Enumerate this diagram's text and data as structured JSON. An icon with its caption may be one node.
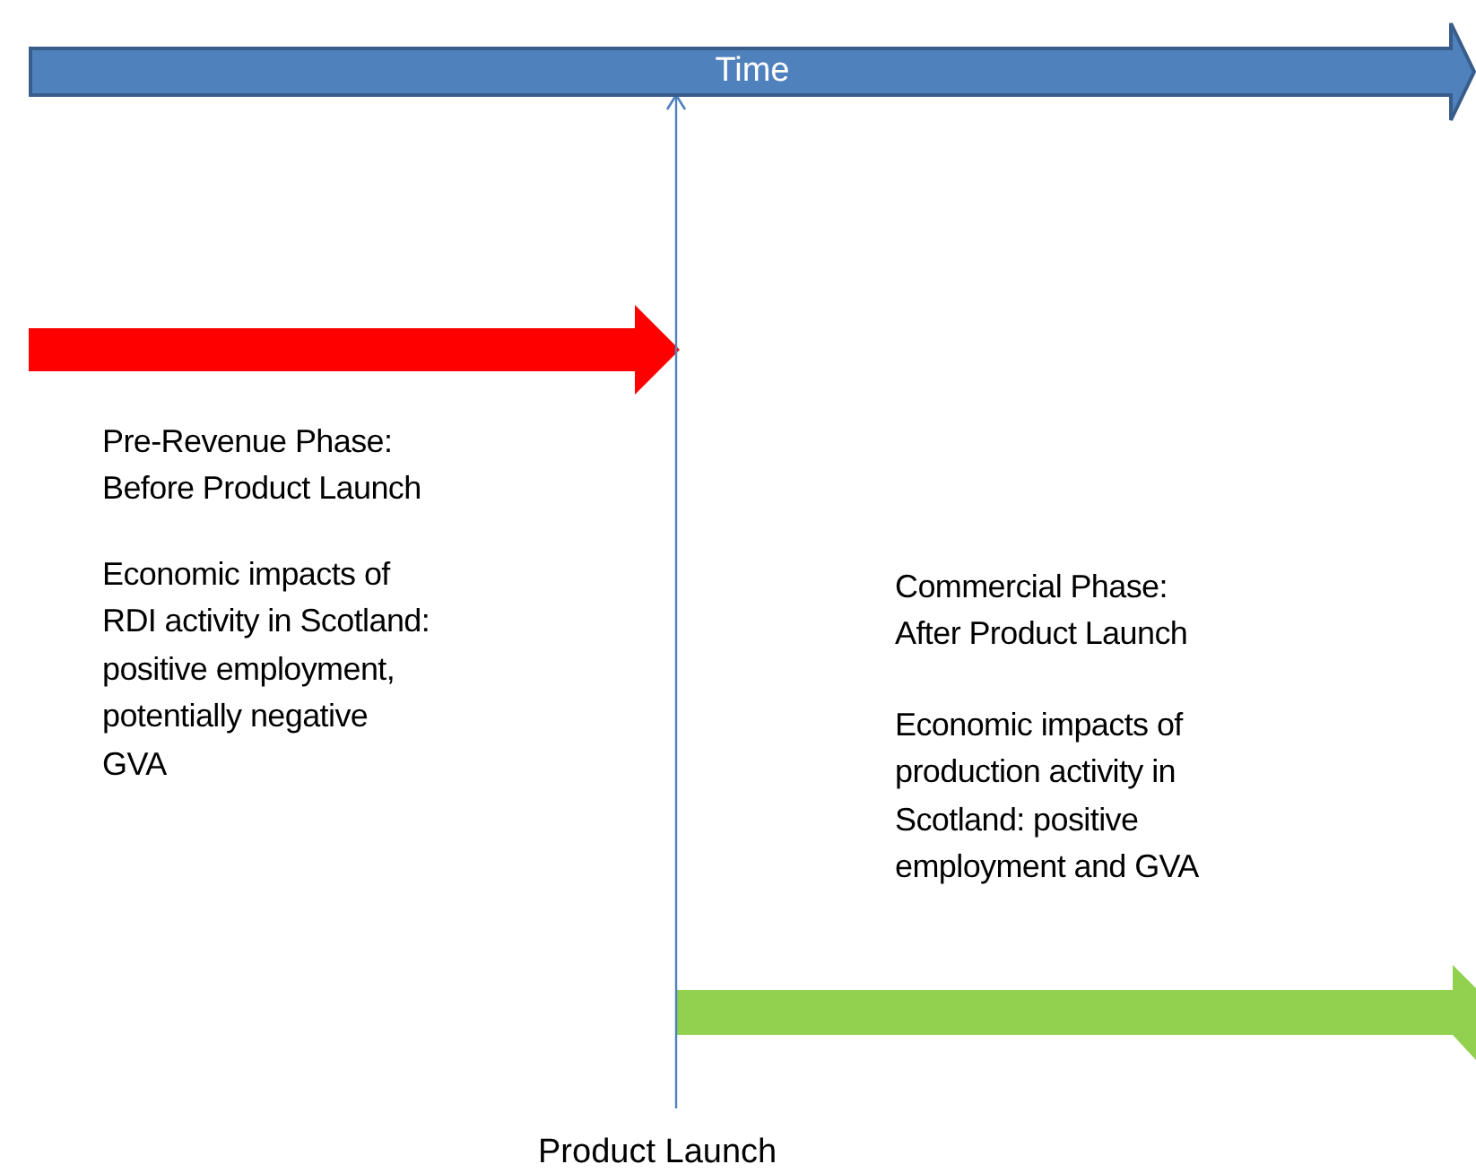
{
  "diagram": {
    "nodes": [
      {
        "text": [
          "Time"
        ]
      },
      {
        "text": [
          "Product Launch"
        ]
      }
    ],
    "edges": [
      {
        "from": 1,
        "to": 0,
        "arrow": "to"
      }
    ],
    "labels": [
      "Pre-Revenue Phase: Before Product Launch",
      "Economic impacts of RDI activity in Scotland: positive employment, potentially negative GVA",
      "Commercial Phase: After Product Launch",
      "Economic impacts of production activity in Scotland: positive employment and GVA"
    ]
  }
}
